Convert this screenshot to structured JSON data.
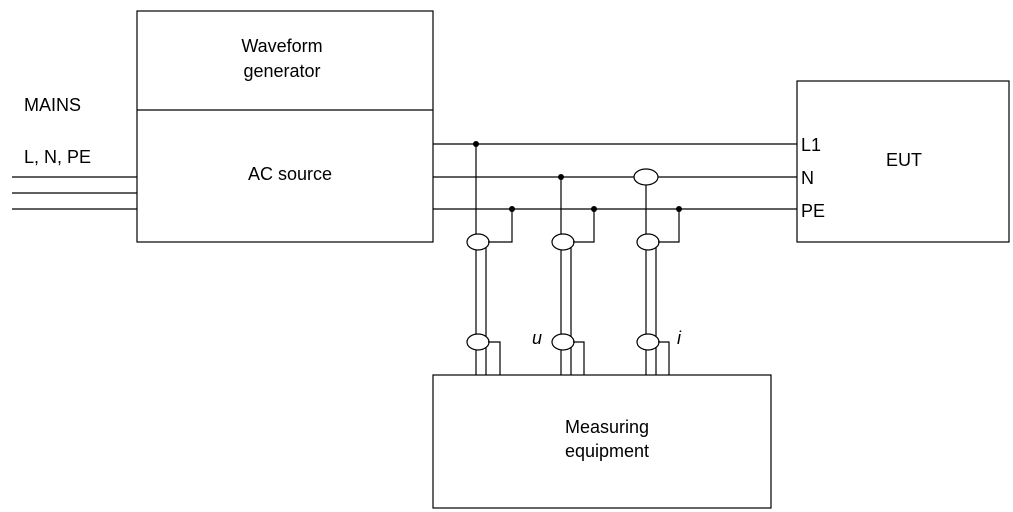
{
  "mains": {
    "title": "MAINS",
    "conductors": "L, N, PE"
  },
  "blocks": {
    "waveform_generator": [
      "Waveform",
      "generator"
    ],
    "ac_source": "AC source",
    "eut": "EUT",
    "measuring_equipment": [
      "Measuring",
      "equipment"
    ]
  },
  "terminals": {
    "l1": "L1",
    "n": "N",
    "pe": "PE"
  },
  "signals": {
    "voltage": "u",
    "current": "i"
  }
}
